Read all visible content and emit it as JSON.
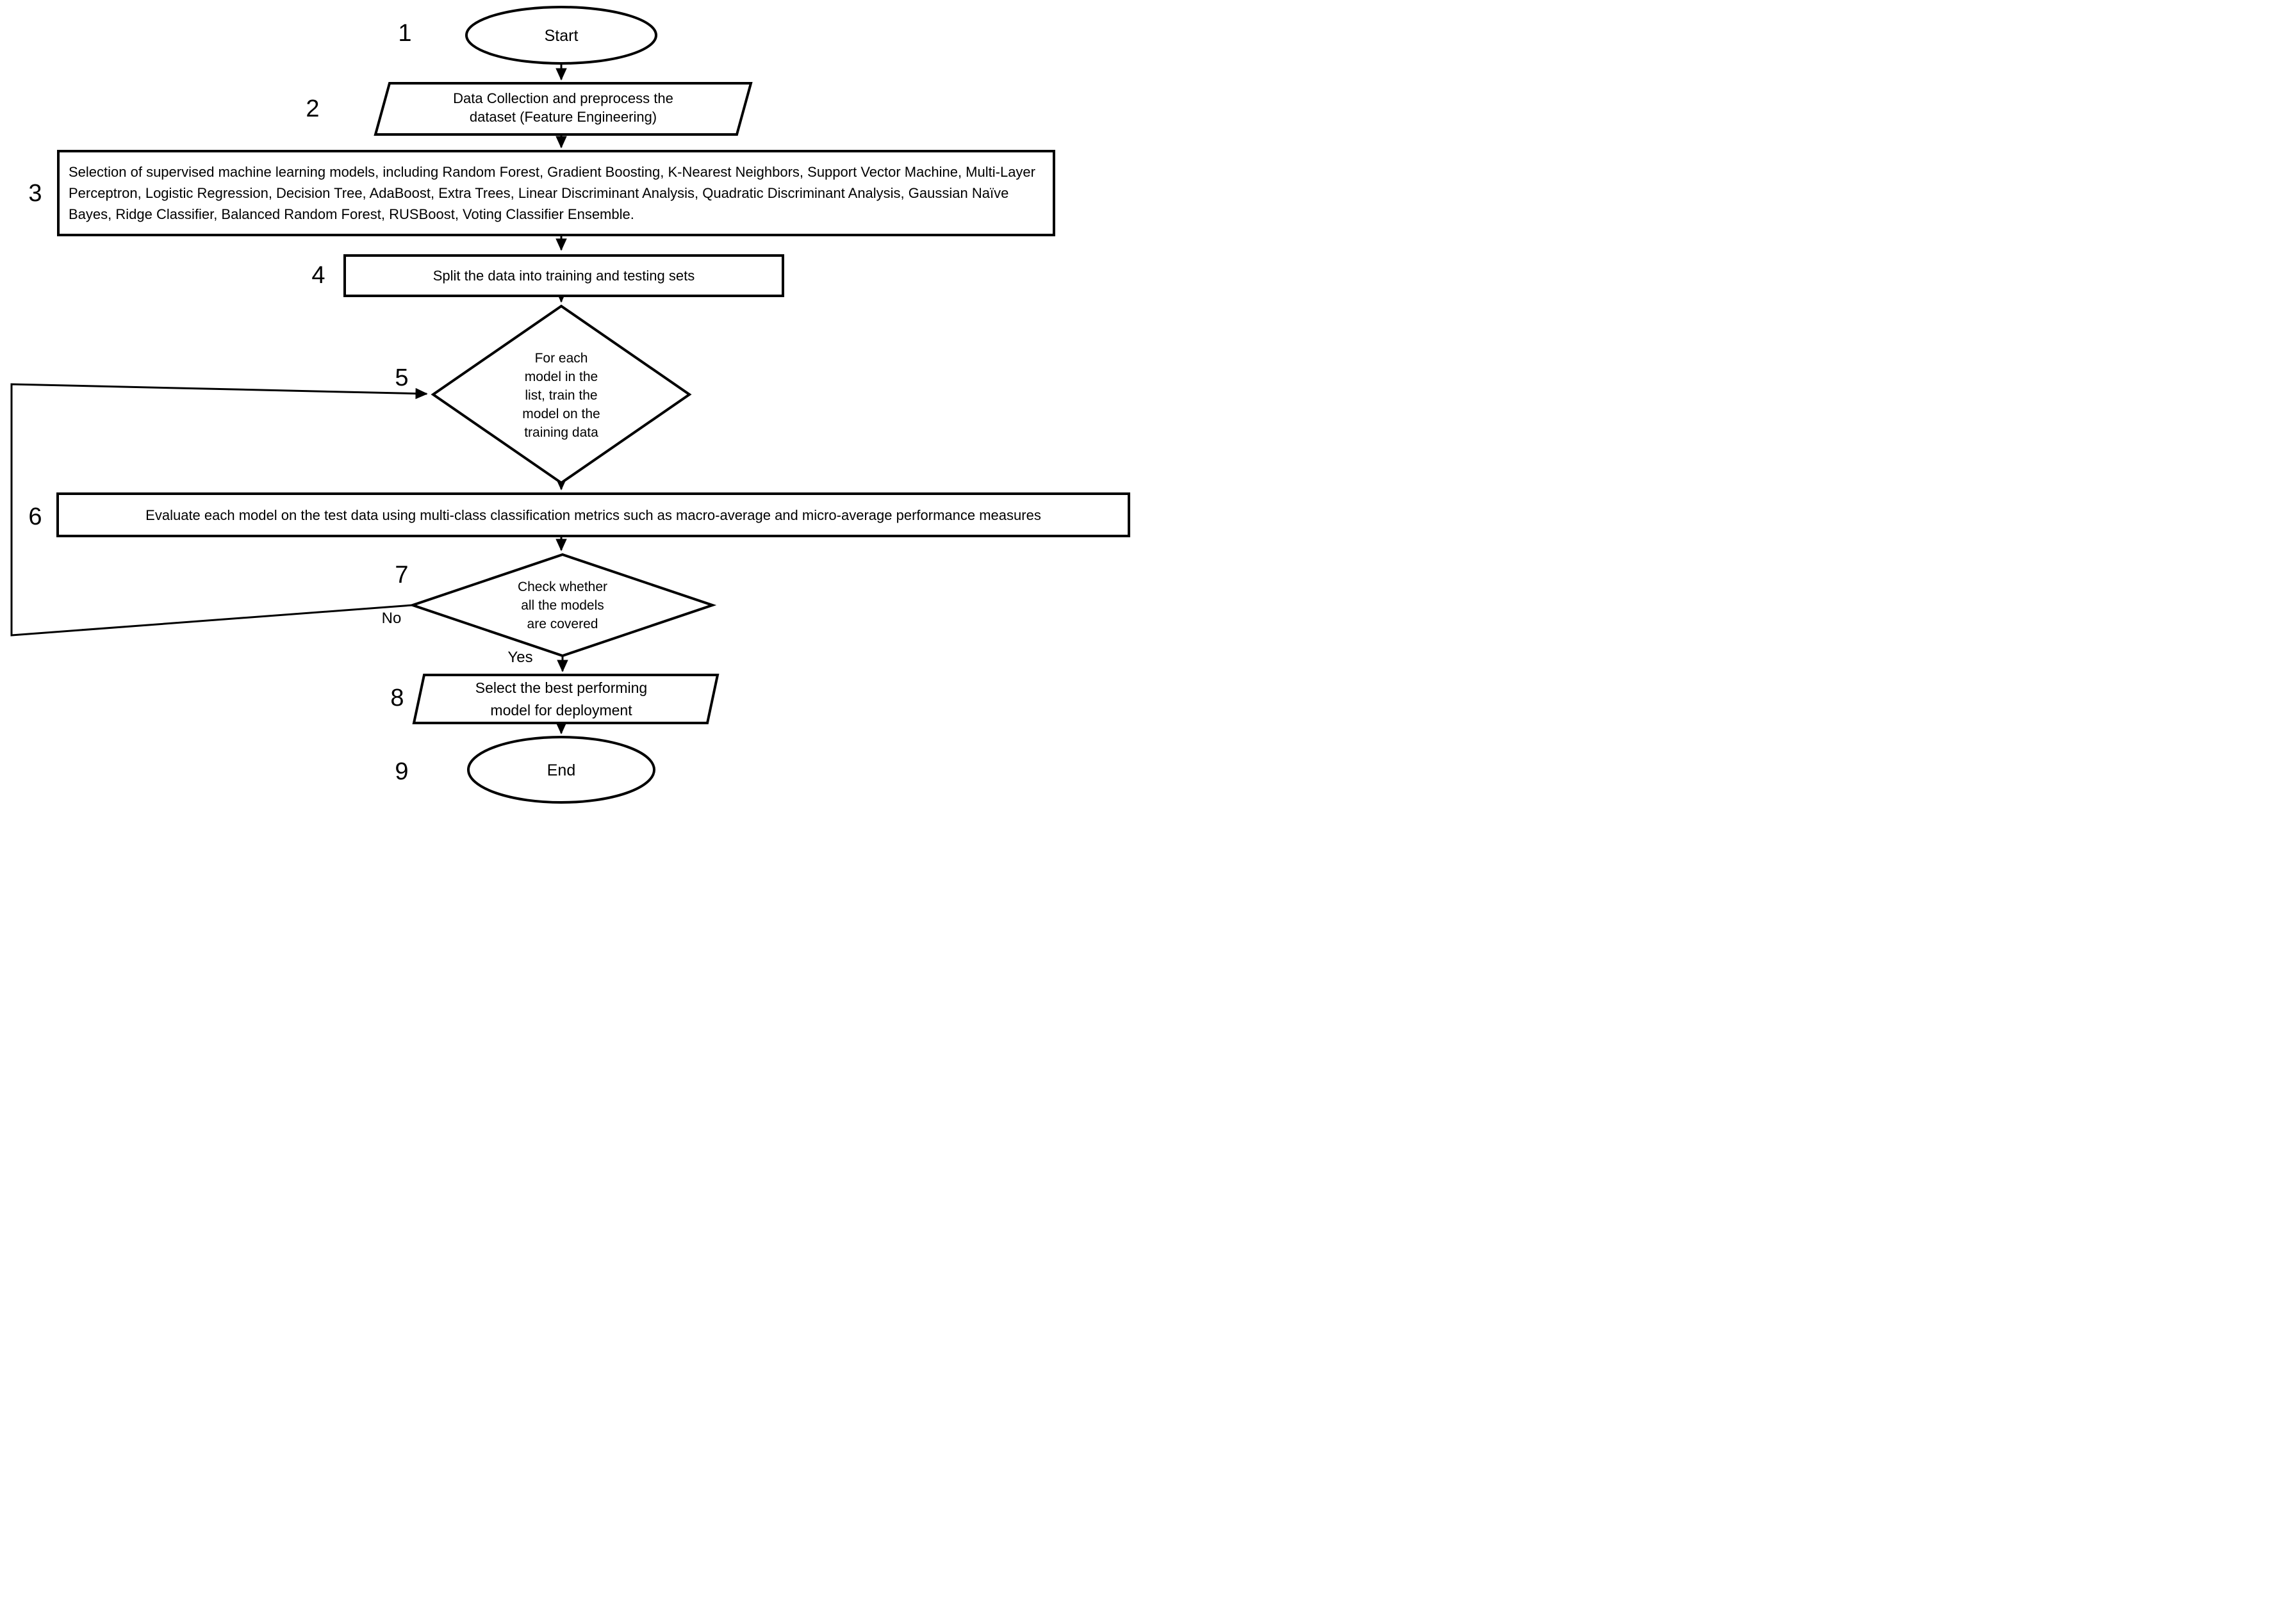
{
  "flow": {
    "title": "Supervised machine learning model selection flowchart",
    "colors": {
      "stroke": "#000000",
      "fill": "#ffffff",
      "text": "#000000"
    },
    "steps": [
      {
        "num": "1",
        "type": "terminator",
        "label": "Start"
      },
      {
        "num": "2",
        "type": "input-output",
        "label": "Data Collection and preprocess the\ndataset (Feature Engineering)"
      },
      {
        "num": "3",
        "type": "process",
        "label": "Selection of supervised machine learning models, including Random Forest, Gradient Boosting, K-Nearest Neighbors, Support Vector Machine, Multi-Layer Perceptron, Logistic Regression, Decision Tree, AdaBoost, Extra Trees, Linear Discriminant Analysis, Quadratic Discriminant Analysis, Gaussian Naïve Bayes, Ridge Classifier, Balanced Random Forest, RUSBoost, Voting Classifier Ensemble."
      },
      {
        "num": "4",
        "type": "process",
        "label": "Split the data into training and testing sets"
      },
      {
        "num": "5",
        "type": "decision",
        "label": "For each\nmodel in the\nlist, train the\nmodel on the\ntraining data"
      },
      {
        "num": "6",
        "type": "process",
        "label": "Evaluate each model on the test data using multi-class classification metrics such as macro-average and micro-average performance measures"
      },
      {
        "num": "7",
        "type": "decision",
        "label": "Check whether\nall the models\nare covered"
      },
      {
        "num": "8",
        "type": "input-output",
        "label": "Select the best performing\nmodel for deployment"
      },
      {
        "num": "9",
        "type": "terminator",
        "label": "End"
      }
    ],
    "edges": {
      "no_label": "No",
      "yes_label": "Yes"
    }
  }
}
